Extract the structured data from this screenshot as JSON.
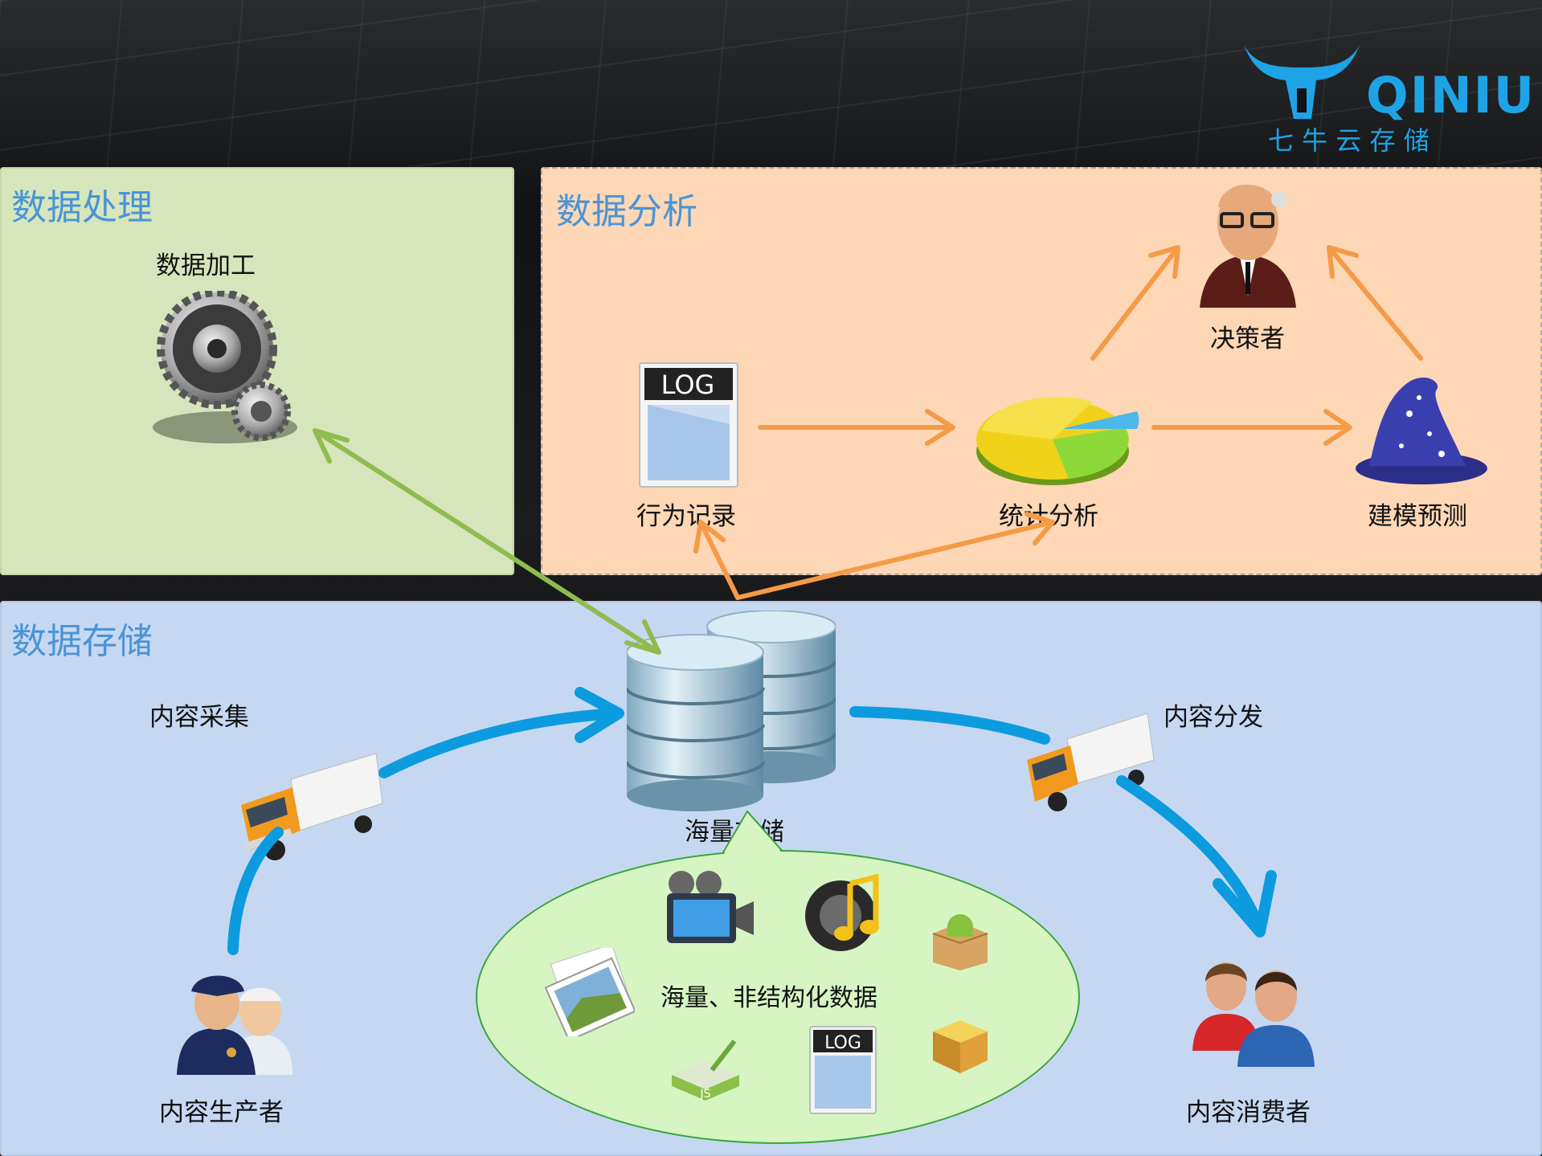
{
  "logo": {
    "brand": "QINIU",
    "tagline": "七 牛 云 存 储"
  },
  "panels": {
    "processing": {
      "title": "数据处理",
      "node": "数据加工"
    },
    "analysis": {
      "title": "数据分析",
      "nodes": {
        "log": "行为记录",
        "stats": "统计分析",
        "decision": "决策者",
        "model": "建模预测"
      }
    },
    "storage": {
      "title": "数据存储",
      "nodes": {
        "collect": "内容采集",
        "storage": "海量存储",
        "distribute": "内容分发",
        "producer": "内容生产者",
        "consumer": "内容消费者",
        "unstructured": "海量、非结构化数据"
      }
    }
  },
  "icons": {
    "log_doc": "LOG",
    "log_doc_small": "LOG",
    "js_file": "JS"
  },
  "colors": {
    "orange_arrow": "#f59a47",
    "green_arrow": "#8fbb4f",
    "blue_arrow": "#0d9bdf",
    "title_blue": "#4a94d6"
  }
}
